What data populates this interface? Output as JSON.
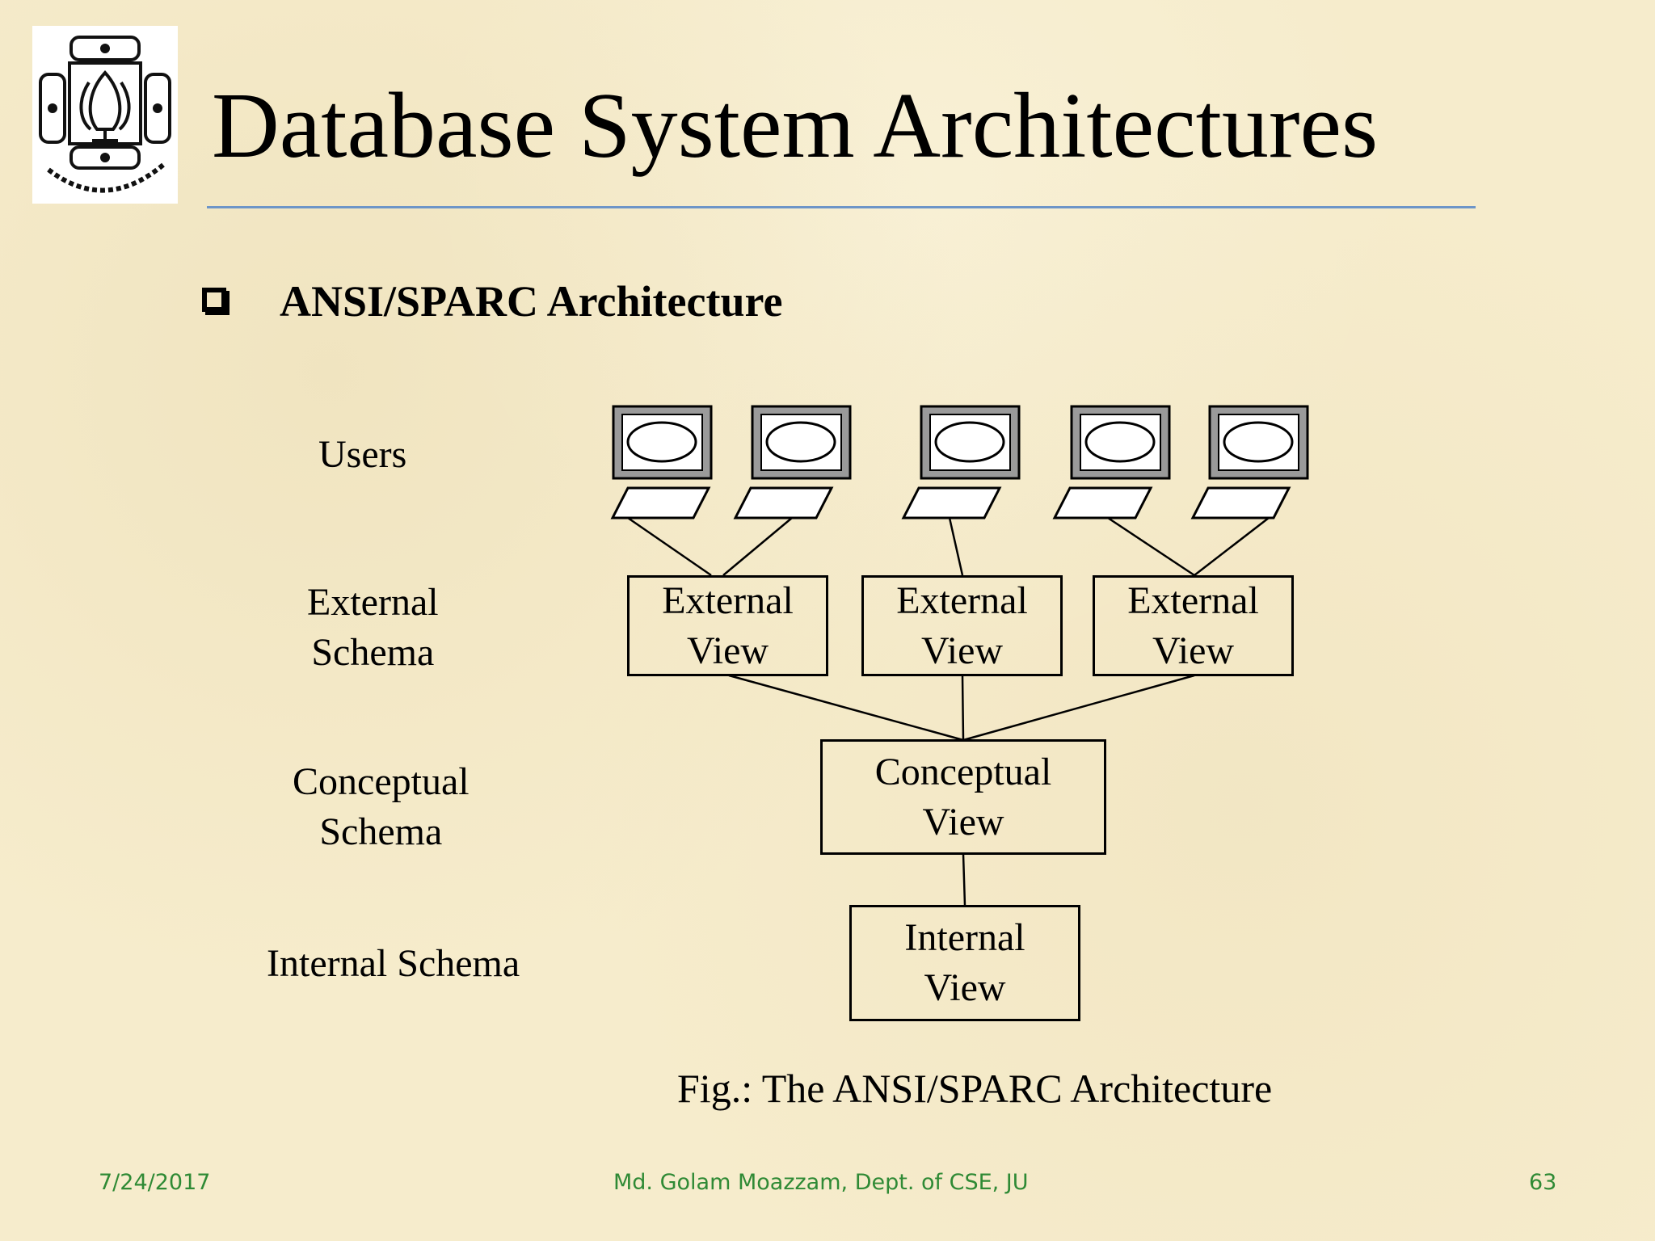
{
  "slide": {
    "title": "Database System Architectures",
    "bullet": "ANSI/SPARC Architecture"
  },
  "levels": {
    "users": "Users",
    "external_1": "External",
    "external_2": "Schema",
    "conceptual_1": "Conceptual",
    "conceptual_2": "Schema",
    "internal": "Internal Schema"
  },
  "boxes": {
    "external_views": [
      {
        "line1": "External",
        "line2": "View"
      },
      {
        "line1": "External",
        "line2": "View"
      },
      {
        "line1": "External",
        "line2": "View"
      }
    ],
    "conceptual": {
      "line1": "Conceptual",
      "line2": "View"
    },
    "internal": {
      "line1": "Internal",
      "line2": "View"
    }
  },
  "caption": "Fig.: The ANSI/SPARC Architecture",
  "footer": {
    "date": "7/24/2017",
    "author": "Md. Golam Moazzam, Dept. of CSE, JU",
    "page": "63"
  },
  "colors": {
    "background": "#f6eccc",
    "title_rule": "#6d95c8",
    "footer_text": "#2f8a35",
    "monitor_bezel": "#9a9a9a"
  },
  "icons": [
    "university-seal-logo",
    "monitor-icon",
    "keyboard-icon",
    "checkbox-bullet-icon"
  ]
}
